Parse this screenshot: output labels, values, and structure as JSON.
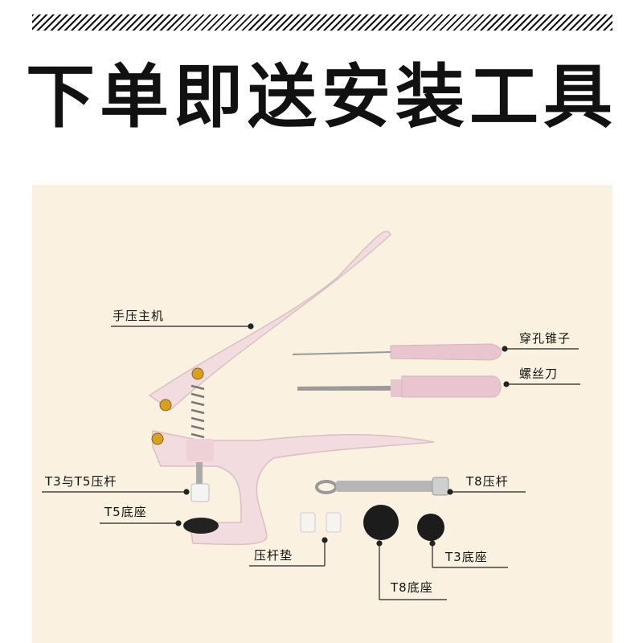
{
  "headline": "下单即送安装工具",
  "parts": {
    "main_tool": "手压主机",
    "awl": "穿孔锥子",
    "screwdriver": "螺丝刀",
    "t3_t5_punch": "T3与T5压杆",
    "t5_base": "T5底座",
    "t8_punch": "T8压杆",
    "punch_pad": "压杆垫",
    "t3_base": "T3底座",
    "t8_base": "T8底座"
  },
  "colors": {
    "tool_pink": "#f2dce0",
    "background": "#fbf1e1",
    "text": "#111111"
  }
}
